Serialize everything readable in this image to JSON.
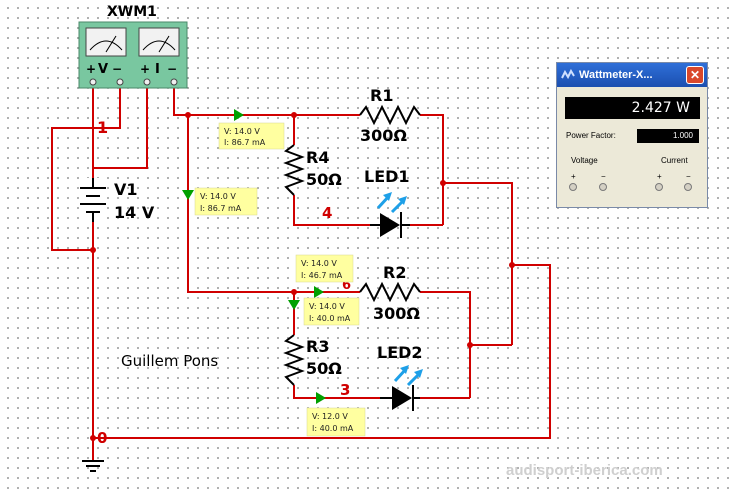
{
  "meter": {
    "name": "XWM1",
    "voltage_label": "V",
    "current_label": "I",
    "plus": "+",
    "minus": "−"
  },
  "source": {
    "name": "V1",
    "value": "14 V"
  },
  "components": {
    "r1": {
      "name": "R1",
      "value": "300Ω"
    },
    "r2": {
      "name": "R2",
      "value": "300Ω"
    },
    "r3": {
      "name": "R3",
      "value": "50Ω"
    },
    "r4": {
      "name": "R4",
      "value": "50Ω"
    },
    "led1": {
      "name": "LED1"
    },
    "led2": {
      "name": "LED2"
    }
  },
  "nets": {
    "n1": "1",
    "n4": "4",
    "n3": "3",
    "n0": "0",
    "n_partial": "6"
  },
  "probes": [
    {
      "v": "V: 14.0 V",
      "i": "I: 86.7 mA"
    },
    {
      "v": "V: 14.0 V",
      "i": "I: 86.7 mA"
    },
    {
      "v": "V: 14.0 V",
      "i": "I: 46.7 mA"
    },
    {
      "v": "V: 14.0 V",
      "i": "I: 40.0 mA"
    },
    {
      "v": "V: 12.0 V",
      "i": "I: 40.0 mA"
    }
  ],
  "author": "Guillem Pons",
  "wattmeter": {
    "title": "Wattmeter-X...",
    "reading": "2.427 W",
    "power_factor_label": "Power Factor:",
    "power_factor_value": "1.000",
    "voltage_label": "Voltage",
    "current_label": "Current",
    "plus": "+",
    "minus": "−",
    "close": "✕"
  },
  "watermark": "audisport-iberica.com",
  "colors": {
    "wire": "#d00000",
    "probe_bg": "#ffffa0",
    "probe_arrow": "#00a000",
    "led_arrow": "#1ea0e8",
    "meter_green": "#79c7a0"
  }
}
